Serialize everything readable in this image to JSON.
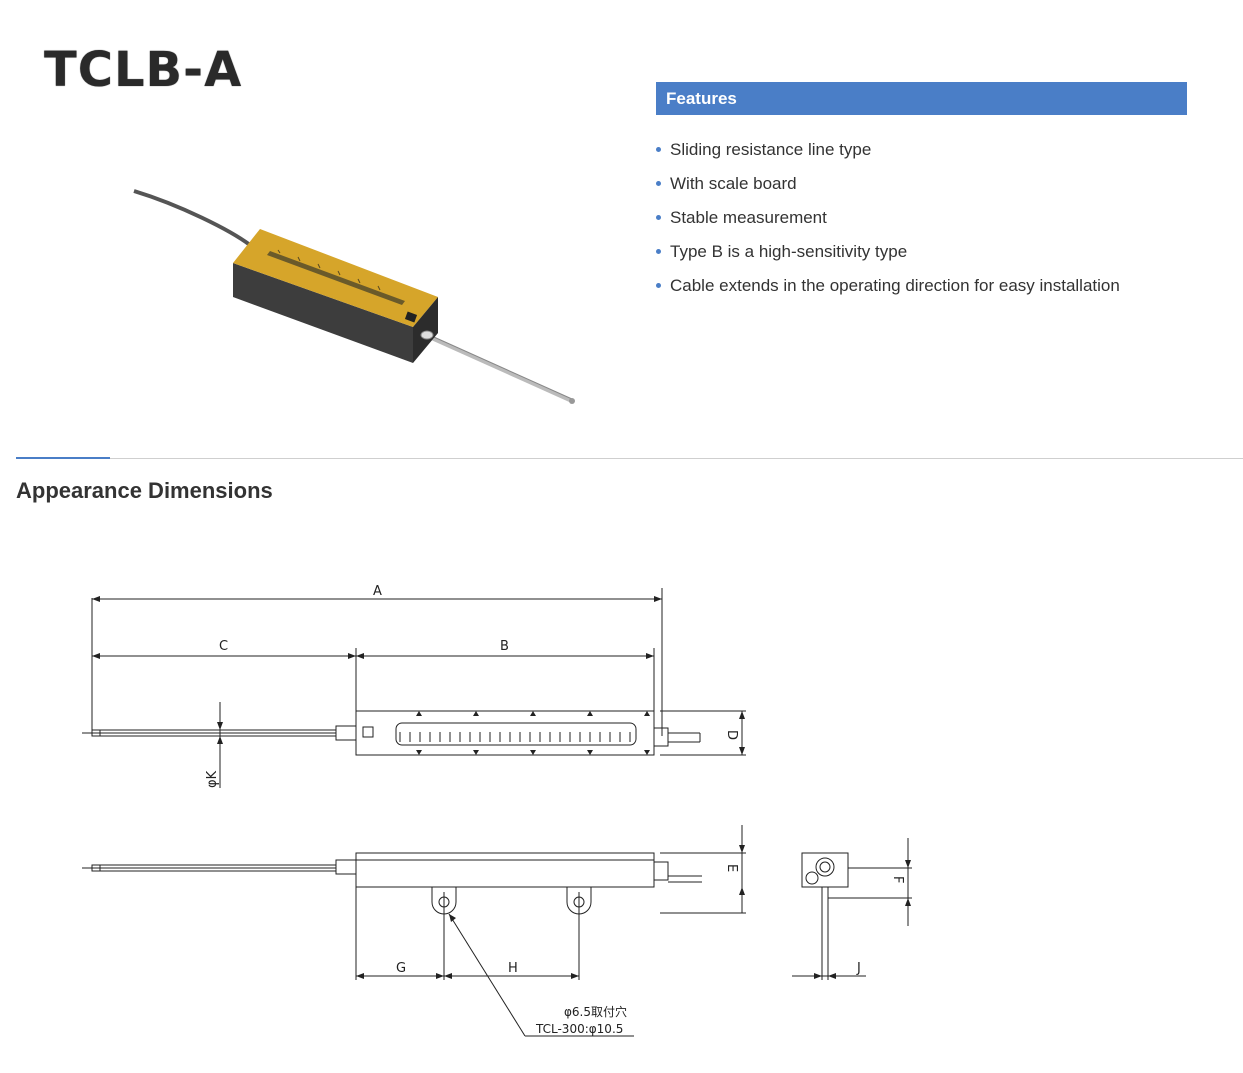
{
  "product": {
    "title": "TCLB-A",
    "photo_icon": "linear-potentiometer-photo"
  },
  "features": {
    "heading": "Features",
    "items": [
      "Sliding resistance line type",
      "With scale board",
      "Stable measurement",
      "Type B is a high-sensitivity type",
      "Cable extends in the operating direction for easy installation"
    ]
  },
  "dimensions": {
    "heading": "Appearance Dimensions",
    "labels": {
      "a": "A",
      "b": "B",
      "c": "C",
      "d": "D",
      "e": "E",
      "f": "F",
      "g": "G",
      "h": "H",
      "j": "J",
      "k": "φK"
    },
    "note_line1": "φ6.5取付穴",
    "note_line2": "TCL-300:φ10.5"
  },
  "colors": {
    "accent": "#4a7ec7",
    "scale_board": "#d6a52a",
    "body": "#3a3a3a"
  }
}
